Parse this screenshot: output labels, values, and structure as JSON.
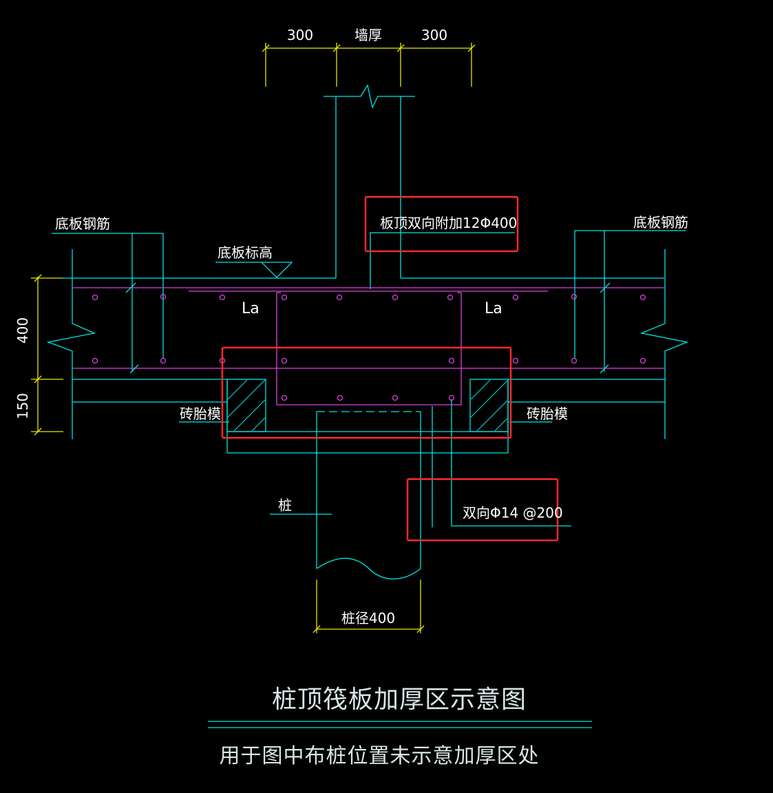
{
  "dimensions": {
    "top_left": "300",
    "top_middle": "墙厚",
    "top_right": "300",
    "side_upper": "400",
    "side_lower": "150",
    "pile_diameter": "桩径400"
  },
  "labels": {
    "bottom_rebar_left": "底板钢筋",
    "bottom_rebar_right": "底板钢筋",
    "slab_elevation": "底板标高",
    "top_additional_rebar": "板顶双向附加12Φ400",
    "anchorage_left": "La",
    "anchorage_right": "La",
    "brick_form_left": "砖胎模",
    "brick_form_right": "砖胎模",
    "pile": "桩",
    "two_way_rebar": "双向Φ14 @200"
  },
  "title": {
    "main": "桩顶筏板加厚区示意图",
    "subtitle": "用于图中布桩位置未示意加厚区处"
  },
  "colors": {
    "background": "#000000",
    "outline": "#00e5e5",
    "rebar": "#e040e0",
    "dimension": "#e8e800",
    "highlight": "#ff2a2a",
    "text": "#ffffff",
    "title_text": "#d8e6e6"
  }
}
